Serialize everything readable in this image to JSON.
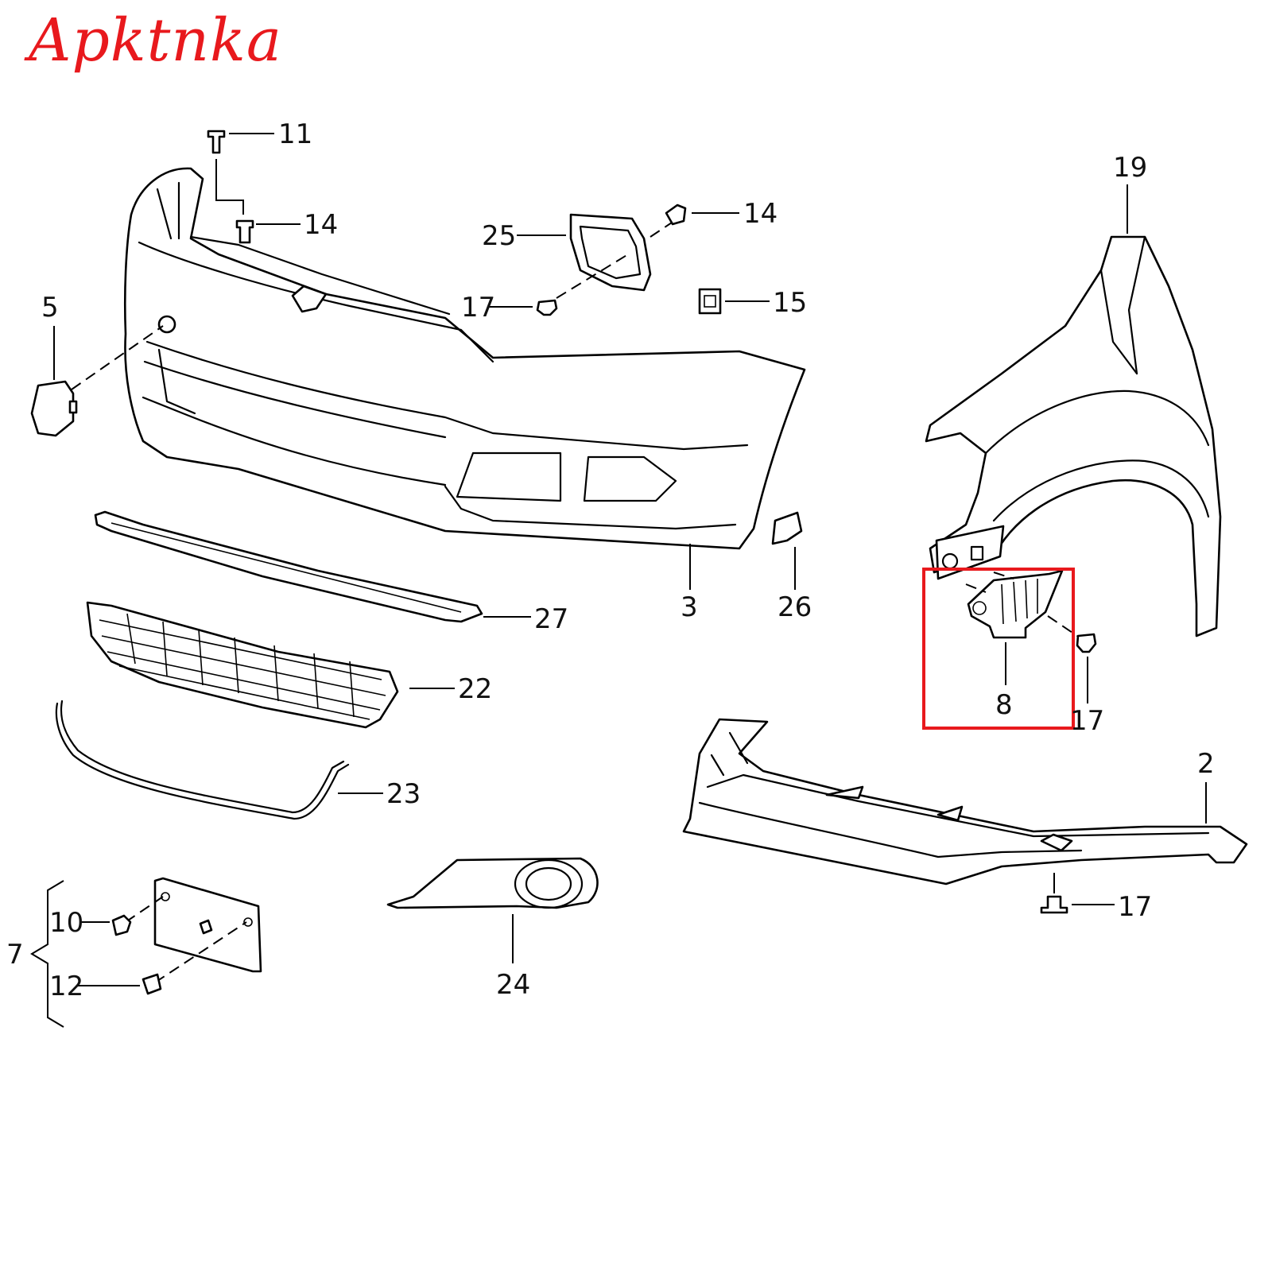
{
  "brand": "Apktnka",
  "callouts": {
    "c2": "2",
    "c3": "3",
    "c5": "5",
    "c7": "7",
    "c8": "8",
    "c10": "10",
    "c11": "11",
    "c12": "12",
    "c14a": "14",
    "c14b": "14",
    "c15": "15",
    "c17a": "17",
    "c17b": "17",
    "c17c": "17",
    "c19": "19",
    "c22": "22",
    "c23": "23",
    "c24": "24",
    "c25": "25",
    "c26": "26",
    "c27": "27"
  },
  "colors": {
    "highlight": "#e8191d",
    "ink": "#000000",
    "background": "#ffffff"
  },
  "highlighted_part": "8"
}
